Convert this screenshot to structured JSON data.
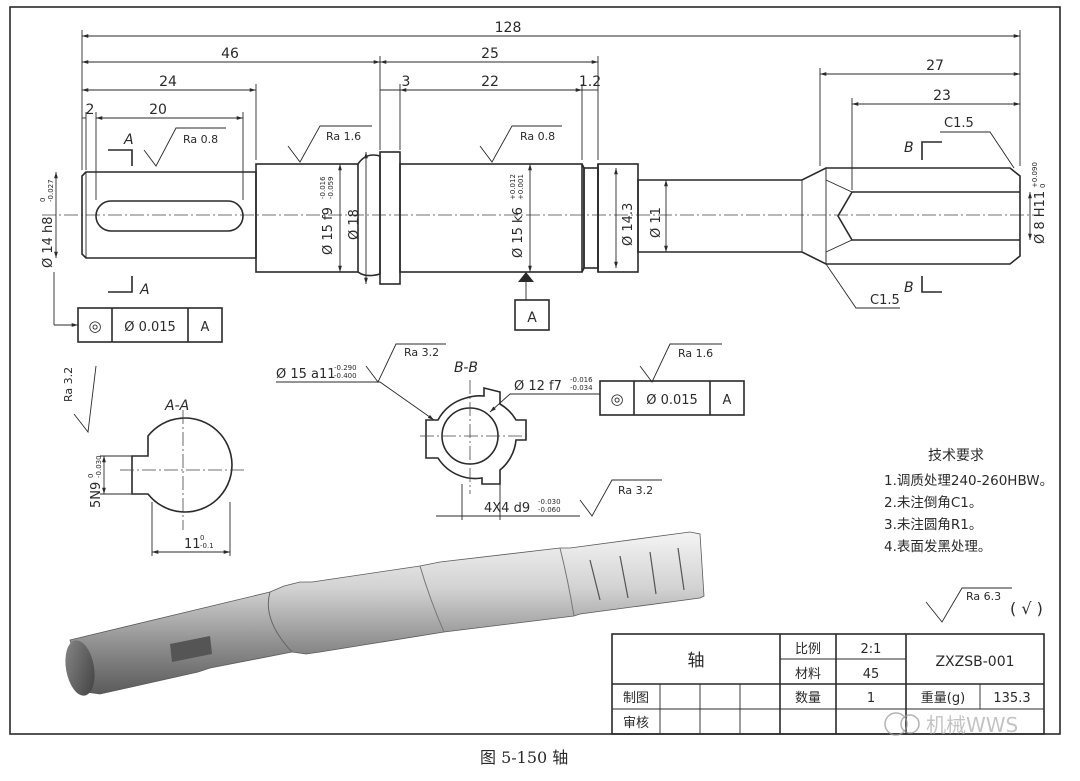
{
  "dimensions": {
    "overall": "128",
    "d46": "46",
    "d25": "25",
    "d24": "24",
    "d3": "3",
    "d22": "22",
    "d12": "1.2",
    "d2": "2",
    "d20": "20",
    "d27": "27",
    "d23": "23"
  },
  "diameters": {
    "d14h8": "Ø 14 h8",
    "d14h8_tol": [
      "0",
      "-0.027"
    ],
    "d15f9": "Ø 15 f9",
    "d15f9_tol": [
      "-0.016",
      "-0.059"
    ],
    "d18": "Ø 18",
    "d15k6": "Ø 15 k6",
    "d15k6_tol": [
      "+0.012",
      "+0.001"
    ],
    "d143": "Ø 14.3",
    "d11": "Ø 11",
    "d8h11": "Ø 8 H11",
    "d8h11_tol": [
      "+0.090",
      "0"
    ]
  },
  "chamfers": {
    "top": "C1.5",
    "bottom": "C1.5"
  },
  "roughness": {
    "r1": "Ra 0.8",
    "r2": "Ra 1.6",
    "r3": "Ra 0.8",
    "r4": "Ra 3.2",
    "r5": "Ra 1.6",
    "r6": "Ra 3.2",
    "r7": "Ra 3.2",
    "general": "Ra 6.3",
    "general_paren": "( √ )"
  },
  "section_marks": {
    "a": "A",
    "b": "B",
    "aa": "A-A",
    "bb": "B-B"
  },
  "datum": "A",
  "tolerance_frames": {
    "left": {
      "symbol": "◎",
      "value": "Ø 0.015",
      "datum": "A"
    },
    "right": {
      "symbol": "◎",
      "value": "Ø 0.015",
      "datum": "A"
    }
  },
  "section_dims": {
    "d15a11": "Ø 15 a11",
    "d15a11_tol": [
      "-0.290",
      "-0.400"
    ],
    "d12f7": "Ø 12 f7",
    "d12f7_tol": [
      "-0.016",
      "-0.034"
    ],
    "spline": "4X4 d9",
    "spline_tol": [
      "-0.030",
      "-0.060"
    ],
    "key_width": "5N9",
    "key_width_tol": [
      "0",
      "-0.030"
    ],
    "key_depth": "11",
    "key_depth_tol": [
      "0",
      "-0.1"
    ]
  },
  "tech_requirements": {
    "title": "技术要求",
    "items": [
      "1.调质处理240-260HBW。",
      "2.未注倒角C1。",
      "3.未注圆角R1。",
      "4.表面发黑处理。"
    ]
  },
  "title_block": {
    "part_name": "轴",
    "scale_label": "比例",
    "scale_value": "2:1",
    "material_label": "材料",
    "material_value": "45",
    "drawing_no": "ZXZSB-001",
    "drawn_label": "制图",
    "checked_label": "审核",
    "qty_label": "数量",
    "qty_value": "1",
    "weight_label": "重量(g)",
    "weight_value": "135.3"
  },
  "watermark": "机械WWS",
  "caption": "图 5-150   轴"
}
